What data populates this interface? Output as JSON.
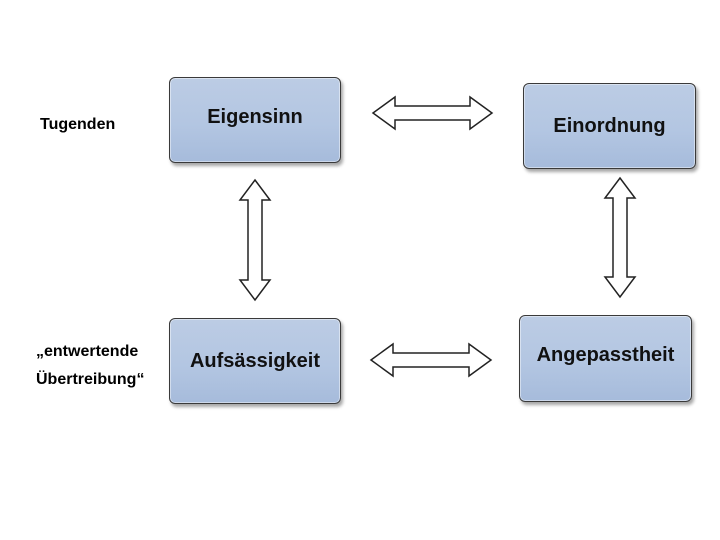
{
  "labels": {
    "virtues": "Tugenden",
    "exaggeration_line1": "„entwertende",
    "exaggeration_line2": "Übertreibung“"
  },
  "boxes": {
    "top_left": "Eigensinn",
    "top_right": "Einordnung",
    "bottom_left": "Aufsässigkeit",
    "bottom_right": "Angepasstheit"
  }
}
